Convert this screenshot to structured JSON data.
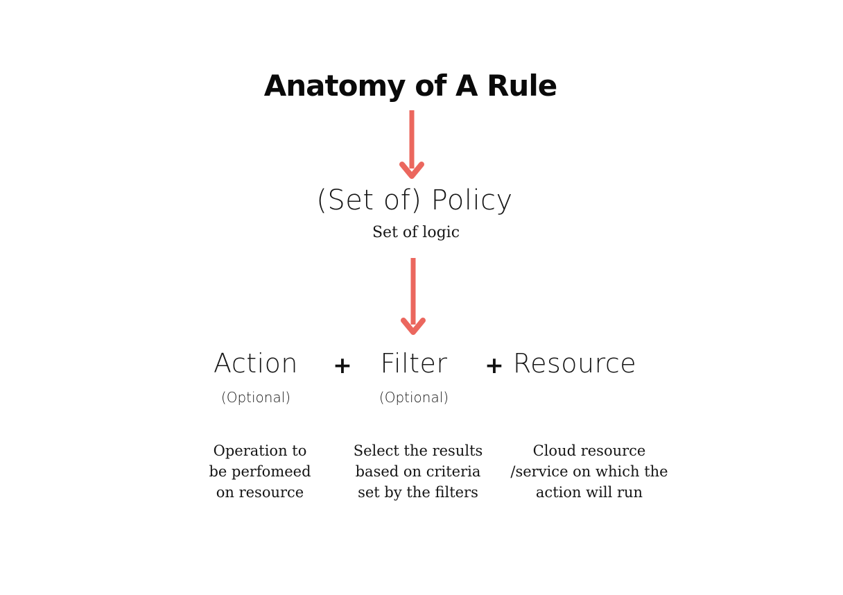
{
  "colors": {
    "arrow": "#EB675E",
    "text": "#111111",
    "background": "#FFFFFF"
  },
  "diagram": {
    "title": "Anatomy of A Rule",
    "policy": {
      "label": "(Set of) Policy",
      "sublabel": "Set of logic"
    },
    "plus": "+",
    "components": [
      {
        "label": "Action",
        "note": "(Optional)",
        "description_lines": [
          "Operation to",
          "be perfomeed",
          "on resource"
        ]
      },
      {
        "label": "Filter",
        "note": "(Optional)",
        "description_lines": [
          "Select the results",
          "based on criteria",
          "set by the filters"
        ]
      },
      {
        "label": "Resource",
        "note": "",
        "description_lines": [
          "Cloud resource",
          "/service on which the",
          "action will run"
        ]
      }
    ]
  }
}
